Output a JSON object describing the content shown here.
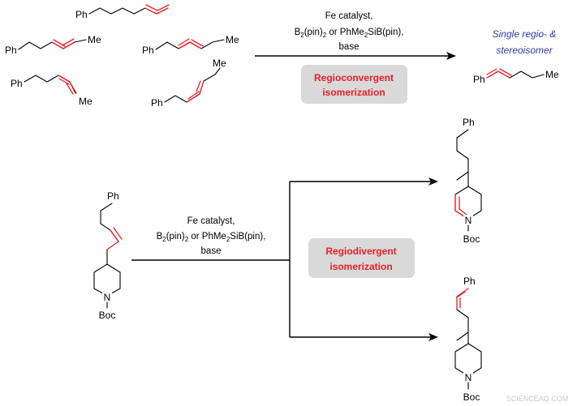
{
  "top_reaction": {
    "conditions": {
      "line1": "Fe catalyst,",
      "line2_pre": "B",
      "line2_sub1": "2",
      "line2_mid": "(pin)",
      "line2_sub2": "2",
      "line2_post1": " or PhMe",
      "line2_sub3": "2",
      "line2_post2": "SiB(pin),",
      "line3": "base"
    },
    "box": {
      "line1": "Regioconvergent",
      "line2": "isomerization"
    },
    "product_note": {
      "line1": "Single regio- &",
      "line2": "stereoisomer"
    }
  },
  "bottom_reaction": {
    "conditions": {
      "line1": "Fe catalyst,",
      "line2_pre": "B",
      "line2_sub1": "2",
      "line2_mid": "(pin)",
      "line2_sub2": "2",
      "line2_post1": " or PhMe",
      "line2_sub3": "2",
      "line2_post2": "SiB(pin),",
      "line3": "base"
    },
    "box": {
      "line1": "Regiodivergent",
      "line2": "isomerization"
    }
  },
  "atom_labels": {
    "ph": "Ph",
    "me": "Me",
    "n": "N",
    "boc": "Boc"
  },
  "watermark": "SCIENCEAQ.COM",
  "colors": {
    "highlight_red": "#e8202a",
    "note_blue": "#2a3aa8",
    "box_fill": "#d9d9d9"
  }
}
